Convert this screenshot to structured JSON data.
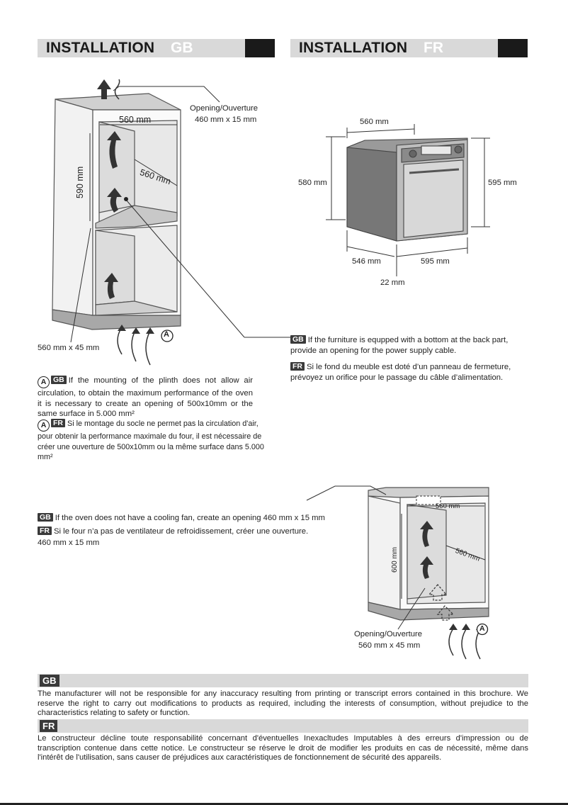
{
  "headers": {
    "left": {
      "title": "INSTALLATION",
      "lang": "GB"
    },
    "right": {
      "title": "INSTALLATION",
      "lang": "FR"
    }
  },
  "diagram1": {
    "opening_label": "Opening/Ouverture",
    "opening_size": "460 mm x 15 mm",
    "width_dim": "560 mm",
    "depth_dim": "560 mm",
    "height_dim": "590 mm",
    "plinth_dim": "560 mm x 45 mm",
    "marker": "A"
  },
  "diagram2": {
    "top_dim": "560 mm",
    "left_height": "580 mm",
    "right_height": "595 mm",
    "depth_dim": "546 mm",
    "width_dim": "595 mm",
    "front_dim": "22 mm"
  },
  "notes": {
    "cable_gb": "If the furniture is equpped with a bottom at the back part, provide an opening for the power supply cable.",
    "cable_fr": "Si le fond du meuble est doté d’un panneau de fermeture, prévoyez un orifice pour le passage du câble d’alimentation.",
    "plinth_gb": "If the mounting of the plinth does not allow air circulation, to obtain the maximum performance of the oven it is necessary to create an opening of 500x10mm or the same surface in 5.000 mm²",
    "plinth_fr": "Si le montage du socle ne permet pas la circulation d'air, pour obtenir la performance maximale du four, il est nécessaire de créer une ouverture de 500x10mm ou la même surface dans 5.000 mm²",
    "fan_gb": "If the oven does not have a cooling fan, create an opening 460 mm x 15 mm",
    "fan_fr": "Si le four n’a pas de ventilateur de refroidissement, créer une ouverture.",
    "fan_fr_size": "460 mm x 15 mm"
  },
  "badges": {
    "gb": "GB",
    "fr": "FR",
    "a": "A"
  },
  "diagram3": {
    "width_dim": "560 mm",
    "depth_dim": "560 mm",
    "height_dim": "600 mm",
    "opening_label": "Opening/Ouverture",
    "opening_size": "560 mm x 45 mm",
    "marker": "A"
  },
  "disclaimer": {
    "gb_badge": "GB",
    "gb_text": "The manufacturer will not be responsible for any inaccuracy resulting from printing or transcript errors contained in this brochure. We reserve the right to carry out modifications to products as required, including the interests of consumption, without prejudice to the characteristics relating to safety or function.",
    "fr_badge": "FR",
    "fr_text": "Le constructeur décline toute responsabilité concernant d'éventuelles Inexacltudes Imputables à des erreurs d'impression ou de transcription contenue dans cette notice. Le constructeur se réserve le droit de modifier les produits en cas de nécessité, même dans l'intérêt de l'utilisation, sans causer de préjudices aux caractéristiques de fonctionnement de sécurité des appareils."
  }
}
